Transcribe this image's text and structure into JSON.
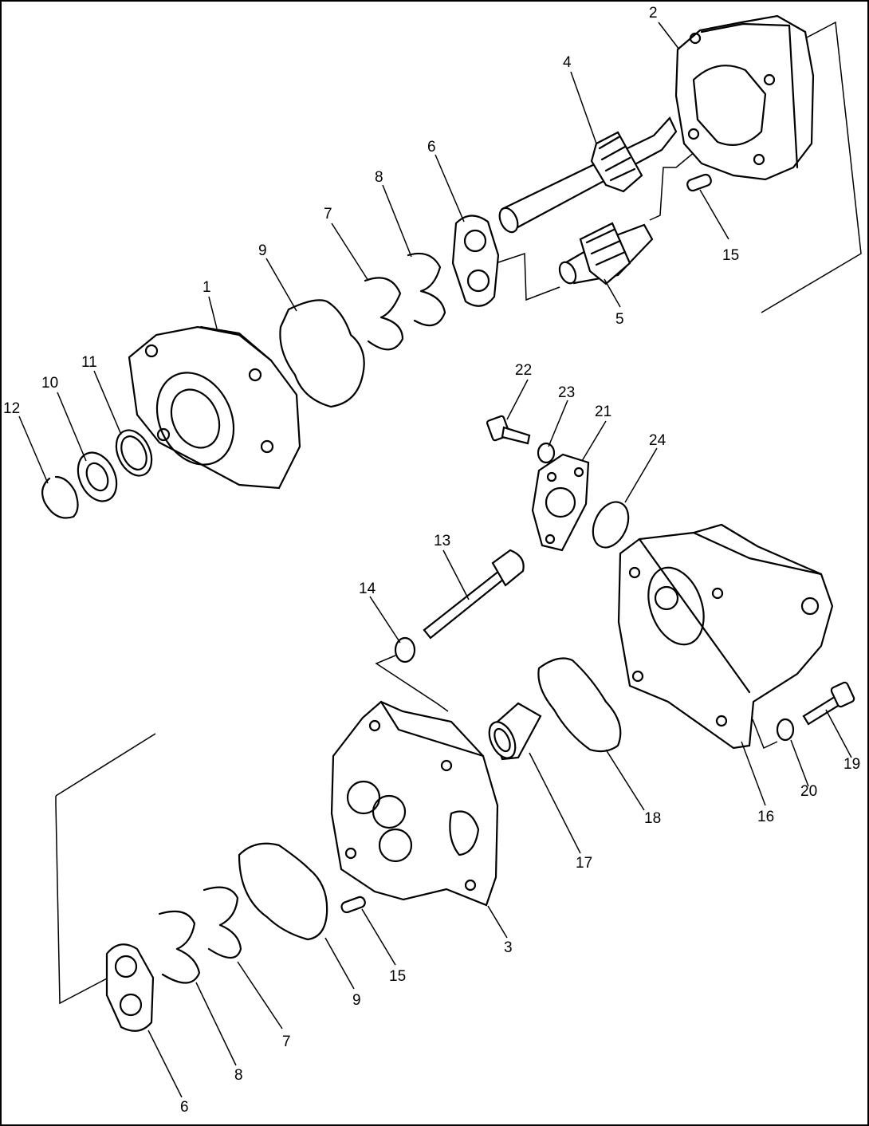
{
  "diagram": {
    "callouts": [
      {
        "id": "c2",
        "text": "2"
      },
      {
        "id": "c4",
        "text": "4"
      },
      {
        "id": "c6a",
        "text": "6"
      },
      {
        "id": "c8a",
        "text": "8"
      },
      {
        "id": "c7a",
        "text": "7"
      },
      {
        "id": "c9a",
        "text": "9"
      },
      {
        "id": "c1",
        "text": "1"
      },
      {
        "id": "c11",
        "text": "11"
      },
      {
        "id": "c10",
        "text": "10"
      },
      {
        "id": "c12",
        "text": "12"
      },
      {
        "id": "c15a",
        "text": "15"
      },
      {
        "id": "c5",
        "text": "5"
      },
      {
        "id": "c22",
        "text": "22"
      },
      {
        "id": "c23",
        "text": "23"
      },
      {
        "id": "c21",
        "text": "21"
      },
      {
        "id": "c24",
        "text": "24"
      },
      {
        "id": "c13",
        "text": "13"
      },
      {
        "id": "c14",
        "text": "14"
      },
      {
        "id": "c19",
        "text": "19"
      },
      {
        "id": "c20",
        "text": "20"
      },
      {
        "id": "c16",
        "text": "16"
      },
      {
        "id": "c18",
        "text": "18"
      },
      {
        "id": "c17",
        "text": "17"
      },
      {
        "id": "c3",
        "text": "3"
      },
      {
        "id": "c15b",
        "text": "15"
      },
      {
        "id": "c9b",
        "text": "9"
      },
      {
        "id": "c7b",
        "text": "7"
      },
      {
        "id": "c8b",
        "text": "8"
      },
      {
        "id": "c6b",
        "text": "6"
      }
    ]
  }
}
